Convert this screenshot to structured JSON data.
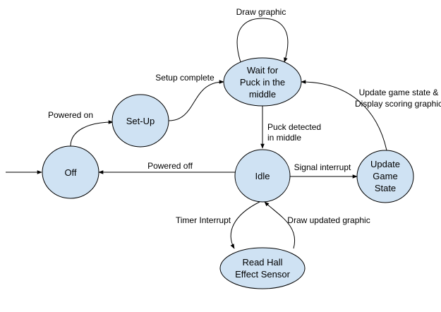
{
  "diagram": {
    "colors": {
      "node_fill": "#cfe2f3",
      "stroke": "#000000"
    },
    "nodes": {
      "off": {
        "lines": [
          "Off"
        ]
      },
      "setup": {
        "lines": [
          "Set-Up"
        ]
      },
      "wait": {
        "lines": [
          "Wait for",
          "Puck in the",
          "middle"
        ]
      },
      "idle": {
        "lines": [
          "Idle"
        ]
      },
      "update": {
        "lines": [
          "Update",
          "Game",
          "State"
        ]
      },
      "read": {
        "lines": [
          "Read Hall",
          "Effect Sensor"
        ]
      }
    },
    "edges": {
      "powered_on": {
        "lines": [
          "Powered on"
        ]
      },
      "setup_complete": {
        "lines": [
          "Setup complete"
        ]
      },
      "draw_graphic": {
        "lines": [
          "Draw graphic"
        ]
      },
      "puck_detected": {
        "lines": [
          "Puck detected",
          "in middle"
        ]
      },
      "powered_off": {
        "lines": [
          "Powered off"
        ]
      },
      "signal_interrupt": {
        "lines": [
          "Signal interrupt"
        ]
      },
      "update_display": {
        "lines": [
          "Update game state &",
          "Display scoring graphic"
        ]
      },
      "timer_interrupt": {
        "lines": [
          "Timer Interrupt"
        ]
      },
      "draw_updated": {
        "lines": [
          "Draw updated graphic"
        ]
      }
    }
  }
}
